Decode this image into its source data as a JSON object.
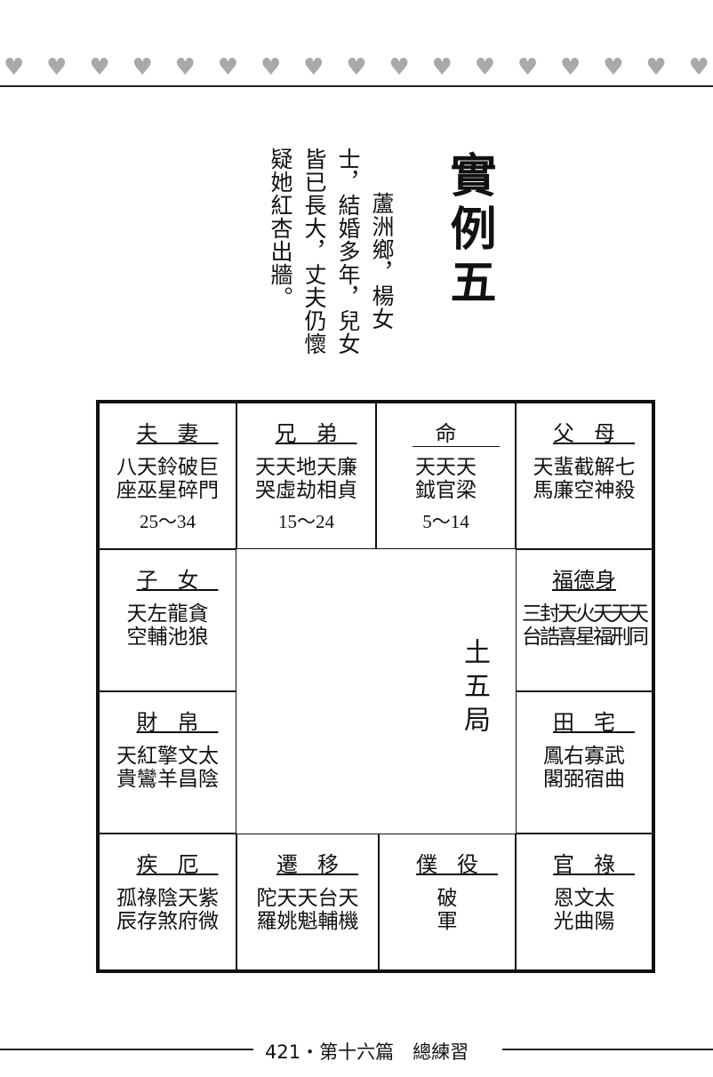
{
  "decoration": {
    "heart_glyph": "♥",
    "heart_count": 17,
    "color": "#a9a9a9"
  },
  "title": "實例五",
  "story": {
    "col1": "蘆洲鄉，楊女",
    "col2": "士，結婚多年，兒女",
    "col3": "皆已長大，丈夫仍懷",
    "col4": "疑她紅杏出牆。"
  },
  "chart": {
    "cells": [
      {
        "id": "fuqi",
        "name": "夫妻",
        "stars_line1": "八天鈴破巨",
        "stars_line2": "座巫星碎門",
        "age": "25～34"
      },
      {
        "id": "xiongdi",
        "name": "兄弟",
        "stars_line1": "天天地天廉",
        "stars_line2": "哭虛劫相貞",
        "age": "15～24"
      },
      {
        "id": "ming",
        "name": "命",
        "stars_line1": "天天天",
        "stars_line2": "鉞官梁",
        "age": "5～14"
      },
      {
        "id": "fumu",
        "name": "父母",
        "stars_line1": "天蜚截解七",
        "stars_line2": "馬廉空神殺",
        "age": ""
      },
      {
        "id": "zinv",
        "name": "子女",
        "stars_line1": "天左龍貪",
        "stars_line2": "空輔池狼",
        "age": ""
      },
      {
        "id": "fude",
        "name": "福德身",
        "stars_line1": "三封天火天天天",
        "stars_line2": "台誥喜星福刑同",
        "age": ""
      },
      {
        "id": "caibo",
        "name": "財帛",
        "stars_line1": "天紅擎文太",
        "stars_line2": "貴鸞羊昌陰",
        "age": ""
      },
      {
        "id": "tianzhai",
        "name": "田宅",
        "stars_line1": "鳳右寡武",
        "stars_line2": "閣弼宿曲",
        "age": ""
      },
      {
        "id": "jie",
        "name": "疾厄",
        "stars_line1": "孤祿陰天紫",
        "stars_line2": "辰存煞府微",
        "age": ""
      },
      {
        "id": "qianyi",
        "name": "遷移",
        "stars_line1": "陀天天台天",
        "stars_line2": "羅姚魁輔機",
        "age": ""
      },
      {
        "id": "puyi",
        "name": "僕役",
        "stars_line1": "破",
        "stars_line2": "軍",
        "age": ""
      },
      {
        "id": "guanlu",
        "name": "官祿",
        "stars_line1": "恩文太",
        "stars_line2": "光曲陽",
        "age": ""
      }
    ],
    "bureau": "土五局"
  },
  "footer": {
    "text": "421・第十六篇　總練習"
  }
}
